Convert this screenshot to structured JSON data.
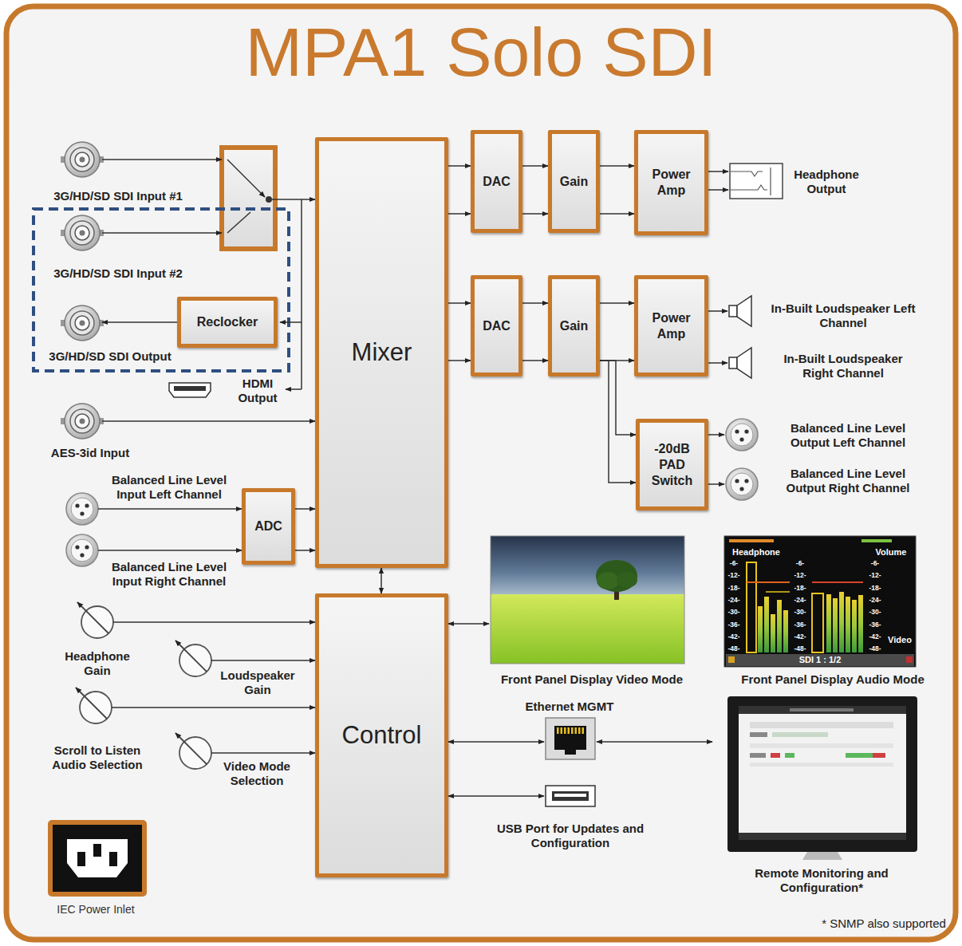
{
  "diagram": {
    "title": "MPA1 Solo SDI",
    "nodes": [
      {
        "text": [
          "Mixer"
        ]
      },
      {
        "text": [
          "DAC"
        ]
      },
      {
        "text": [
          "Gain"
        ]
      },
      {
        "text": [
          "Power Amp"
        ]
      },
      {
        "text": [
          "Reclocker"
        ]
      },
      {
        "text": [
          "DAC"
        ]
      },
      {
        "text": [
          "Gain"
        ]
      },
      {
        "text": [
          "Power Amp"
        ]
      },
      {
        "text": [
          "-20dB PAD Switch"
        ]
      },
      {
        "text": [
          "ADC"
        ]
      },
      {
        "text": [
          "Control"
        ]
      }
    ],
    "edges": [
      {
        "from": 0,
        "to": 1,
        "arrow": "to"
      },
      {
        "from": 0,
        "to": 1,
        "arrow": "to"
      },
      {
        "from": 1,
        "to": 2,
        "arrow": "to"
      },
      {
        "from": 1,
        "to": 2,
        "arrow": "to"
      },
      {
        "from": 2,
        "to": 3,
        "arrow": "to"
      },
      {
        "from": 2,
        "to": 3,
        "arrow": "to"
      },
      {
        "from": 0,
        "to": 5,
        "arrow": "to"
      },
      {
        "from": 0,
        "to": 5,
        "arrow": "to"
      },
      {
        "from": 5,
        "to": 6,
        "arrow": "to"
      },
      {
        "from": 5,
        "to": 6,
        "arrow": "to"
      },
      {
        "from": 6,
        "to": 7,
        "arrow": "to"
      },
      {
        "from": 6,
        "to": 7,
        "arrow": "to"
      },
      {
        "from": 6,
        "to": 8,
        "arrow": "to"
      },
      {
        "from": 6,
        "to": 8,
        "arrow": "to"
      },
      {
        "from": 10,
        "to": 0,
        "arrow": "both"
      }
    ],
    "labels": [
      "3G/HD/SD SDI Input #1",
      "3G/HD/SD SDI Input #2",
      "3G/HD/SD SDI Output",
      "HDMI Output",
      "AES-3id Input",
      "Balanced Line Level Input Left Channel",
      "Balanced Line Level Input Right Channel",
      "Headphone Output",
      "In-Built Loudspeaker Left Channel",
      "In-Built Loudspeaker Right Channel",
      "Balanced Line Level Output Left Channel",
      "Balanced Line Level Output Right Channel",
      "Headphone Gain",
      "Loudspeaker Gain",
      "Scroll to Listen Audio Selection",
      "Video Mode Selection",
      "Front Panel Display Video Mode",
      "Front Panel Display Audio Mode",
      "Ethernet MGMT",
      "USB Port for Updates and Configuration",
      "Remote Monitoring and Configuration*",
      "IEC Power Inlet",
      "* SNMP also supported",
      "Headphone",
      "Volume",
      "Video",
      "SDI 1 : 1/2",
      "-6-",
      "-12-",
      "-18-",
      "-24-",
      "-30-",
      "-36-",
      "-42-",
      "-48-",
      "-6-",
      "-12-",
      "-18-",
      "-24-",
      "-30-",
      "-36-",
      "-42-",
      "-48-",
      "-6-",
      "-12-",
      "-18-",
      "-24-",
      "-30-",
      "-36-",
      "-42-",
      "-48-"
    ]
  }
}
